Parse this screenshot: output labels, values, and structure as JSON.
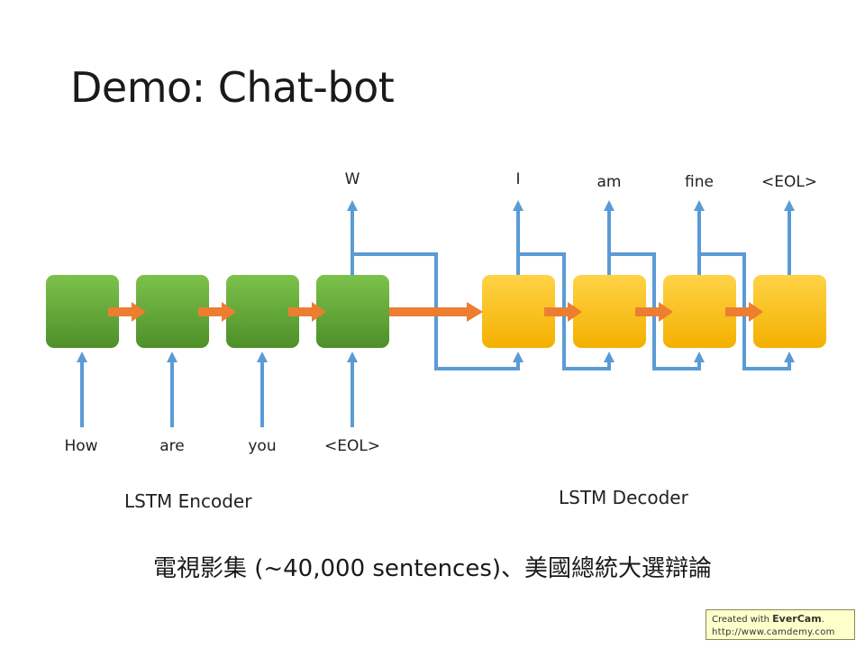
{
  "slide": {
    "title": "Demo: Chat-bot",
    "dataset_note": "電視影集 (~40,000 sentences)、美國總統大選辯論"
  },
  "diagram": {
    "encoder": {
      "caption": "LSTM Encoder",
      "color": "#6aaa3a",
      "inputs": [
        "How",
        "are",
        "you",
        "<EOL>"
      ],
      "outputs": [
        "",
        "",
        "",
        "W"
      ]
    },
    "decoder": {
      "caption": "LSTM Decoder",
      "color": "#ffc000",
      "outputs": [
        "I",
        "am",
        "fine",
        "<EOL>"
      ]
    },
    "arrow_colors": {
      "data_flow": "#5b9bd5",
      "recurrent": "#ed7d31"
    }
  },
  "watermark": {
    "prefix": "Created with ",
    "brand": "EverCam",
    "suffix": ".",
    "url": "http://www.camdemy.com"
  }
}
